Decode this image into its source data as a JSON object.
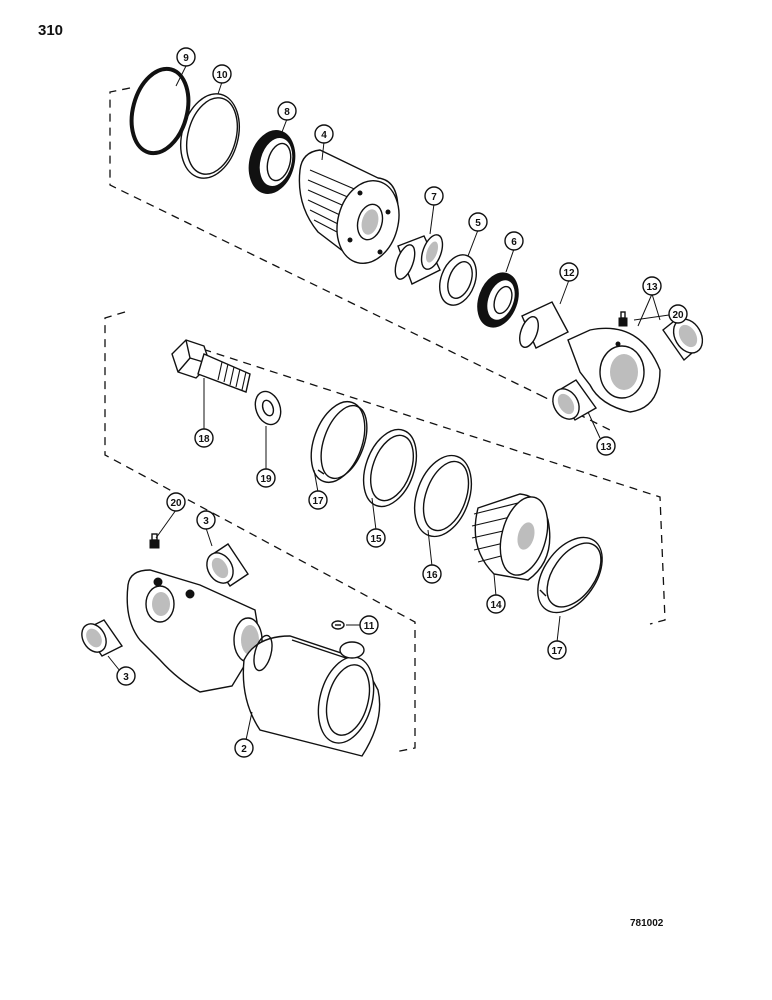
{
  "page_number": "310",
  "figure_code": "781002",
  "callouts": [
    {
      "id": "c9",
      "label": "9"
    },
    {
      "id": "c10",
      "label": "10"
    },
    {
      "id": "c8",
      "label": "8"
    },
    {
      "id": "c4",
      "label": "4"
    },
    {
      "id": "c7",
      "label": "7"
    },
    {
      "id": "c5",
      "label": "5"
    },
    {
      "id": "c6",
      "label": "6"
    },
    {
      "id": "c12",
      "label": "12"
    },
    {
      "id": "c13a",
      "label": "13"
    },
    {
      "id": "c20a",
      "label": "20"
    },
    {
      "id": "c13b",
      "label": "13"
    },
    {
      "id": "c18",
      "label": "18"
    },
    {
      "id": "c19",
      "label": "19"
    },
    {
      "id": "c17a",
      "label": "17"
    },
    {
      "id": "c15",
      "label": "15"
    },
    {
      "id": "c16",
      "label": "16"
    },
    {
      "id": "c14",
      "label": "14"
    },
    {
      "id": "c17b",
      "label": "17"
    },
    {
      "id": "c20b",
      "label": "20"
    },
    {
      "id": "c3a",
      "label": "3"
    },
    {
      "id": "c11",
      "label": "11"
    },
    {
      "id": "c3b",
      "label": "3"
    },
    {
      "id": "c2",
      "label": "2"
    }
  ]
}
